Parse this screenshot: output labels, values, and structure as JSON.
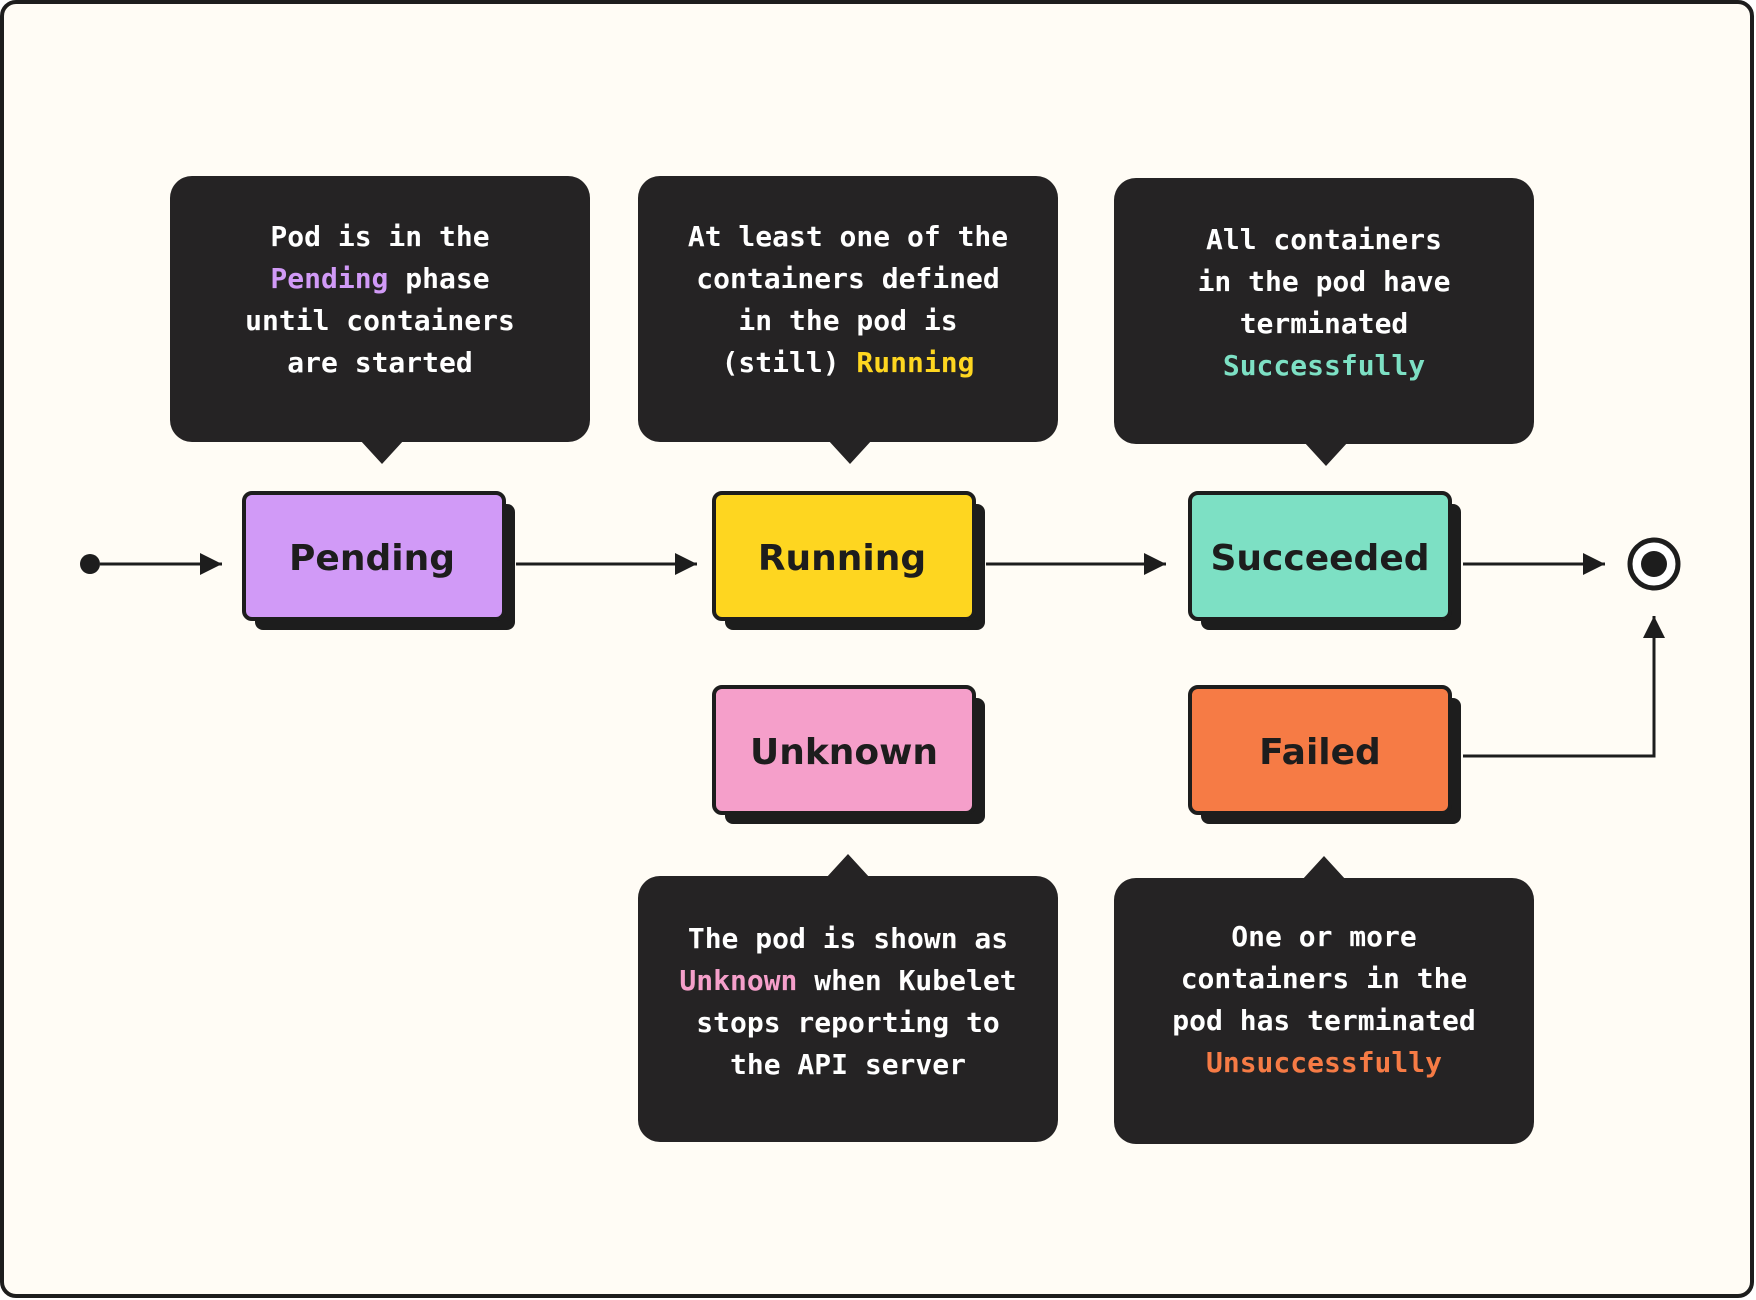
{
  "colors": {
    "background": "#fffcf5",
    "frame": "#1d1d1d",
    "tooltip": "#252324",
    "pending": "#d19af7",
    "running": "#fed620",
    "succeeded": "#7de0c4",
    "unknown": "#f59fca",
    "failed": "#f67b45"
  },
  "states": {
    "pending": "Pending",
    "running": "Running",
    "succeeded": "Succeeded",
    "unknown": "Unknown",
    "failed": "Failed"
  },
  "tooltips": {
    "pending": [
      [
        {
          "t": "Pod is in the"
        }
      ],
      [
        {
          "t": "Pending",
          "hl": "pending"
        },
        {
          "t": " phase"
        }
      ],
      [
        {
          "t": "until containers"
        }
      ],
      [
        {
          "t": "are started"
        }
      ]
    ],
    "running": [
      [
        {
          "t": "At least one of the"
        }
      ],
      [
        {
          "t": "containers defined"
        }
      ],
      [
        {
          "t": "in the pod is"
        }
      ],
      [
        {
          "t": "(still) "
        },
        {
          "t": "Running",
          "hl": "running"
        }
      ]
    ],
    "succeeded": [
      [
        {
          "t": "All containers"
        }
      ],
      [
        {
          "t": "in the pod have"
        }
      ],
      [
        {
          "t": "terminated"
        }
      ],
      [
        {
          "t": "Successfully",
          "hl": "succeeded"
        }
      ]
    ],
    "unknown": [
      [
        {
          "t": "The pod is shown as"
        }
      ],
      [
        {
          "t": "Unknown",
          "hl": "unknown"
        },
        {
          "t": " when Kubelet"
        }
      ],
      [
        {
          "t": "stops reporting to"
        }
      ],
      [
        {
          "t": "the API server"
        }
      ]
    ],
    "failed": [
      [
        {
          "t": "One or more"
        }
      ],
      [
        {
          "t": "containers in the"
        }
      ],
      [
        {
          "t": "pod has terminated"
        }
      ],
      [
        {
          "t": "Unsuccessfully",
          "hl": "failed"
        }
      ]
    ]
  }
}
